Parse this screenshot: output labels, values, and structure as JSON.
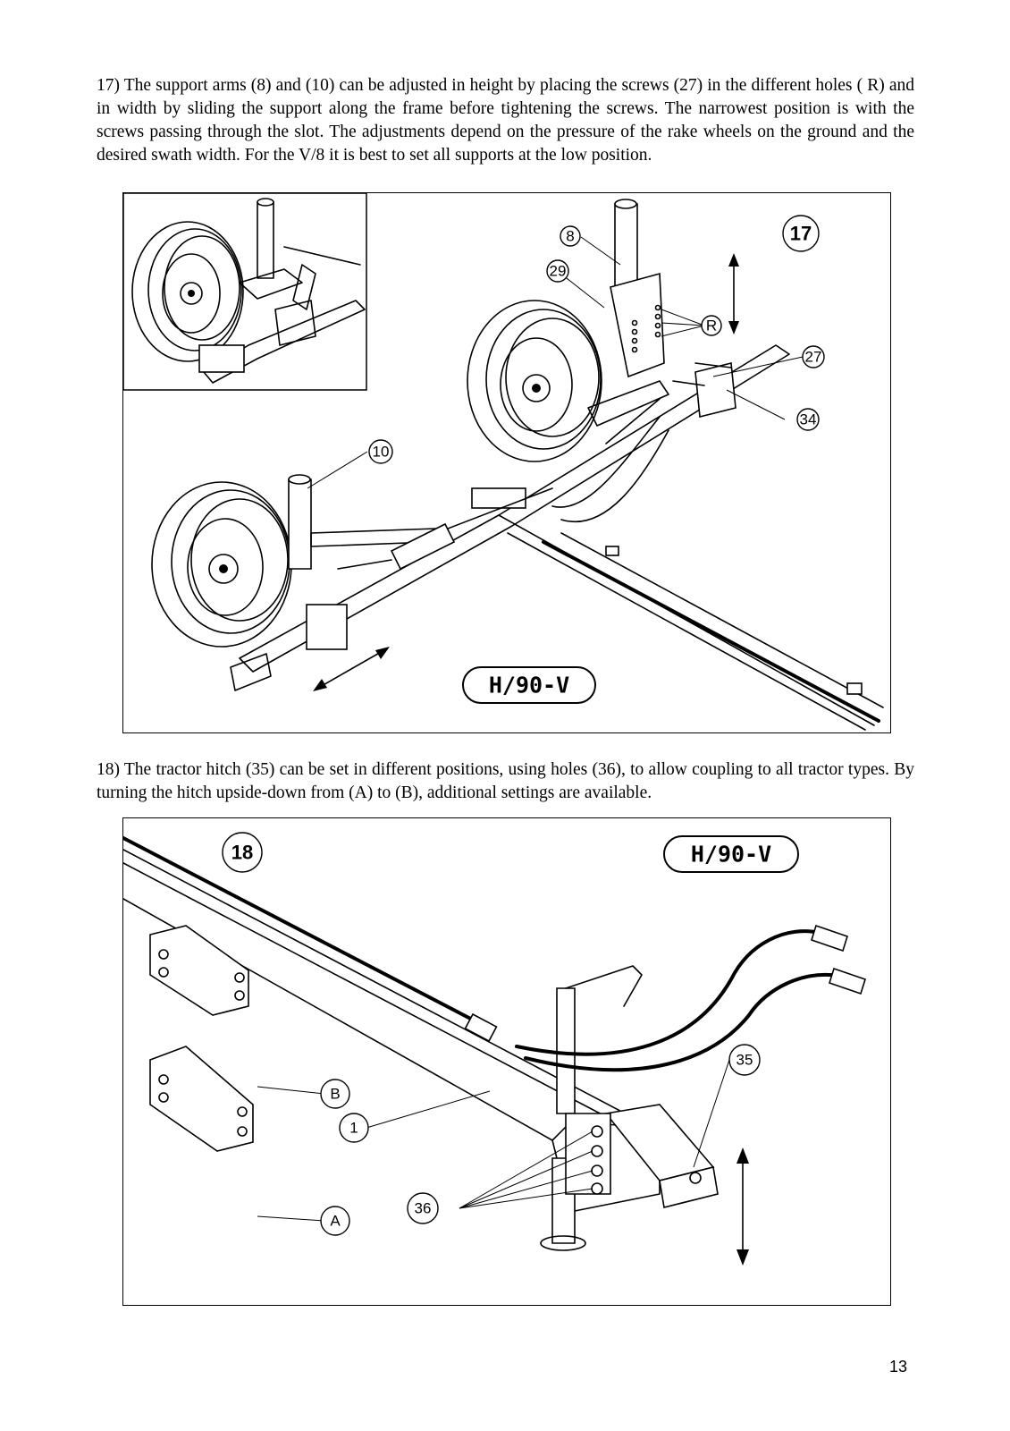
{
  "section17": {
    "text": "17) The support arms (8) and (10) can be adjusted in height by placing the screws  (27) in the different holes ( R) and in width by sliding the support along the frame before tightening the screws. The narrowest position is with the screws passing through the slot. The adjustments depend on the pressure of the rake wheels on the ground and the desired swath width. For the  V/8 it is best to set all supports at the low position.",
    "figure": {
      "figure_number": "17",
      "model": "H/90-V",
      "callouts": {
        "c8": "8",
        "c29": "29",
        "cR": "R",
        "c27": "27",
        "c34": "34",
        "c10": "10"
      }
    }
  },
  "section18": {
    "text": "18) The tractor hitch (35) can be set in different positions, using holes (36), to allow coupling to all tractor types. By turning the hitch upside-down from (A) to (B), additional settings are available.",
    "figure": {
      "figure_number": "18",
      "model": "H/90-V",
      "callouts": {
        "c35": "35",
        "c1": "1",
        "cB": "B",
        "cA": "A",
        "c36": "36"
      }
    }
  },
  "page_number": "13"
}
